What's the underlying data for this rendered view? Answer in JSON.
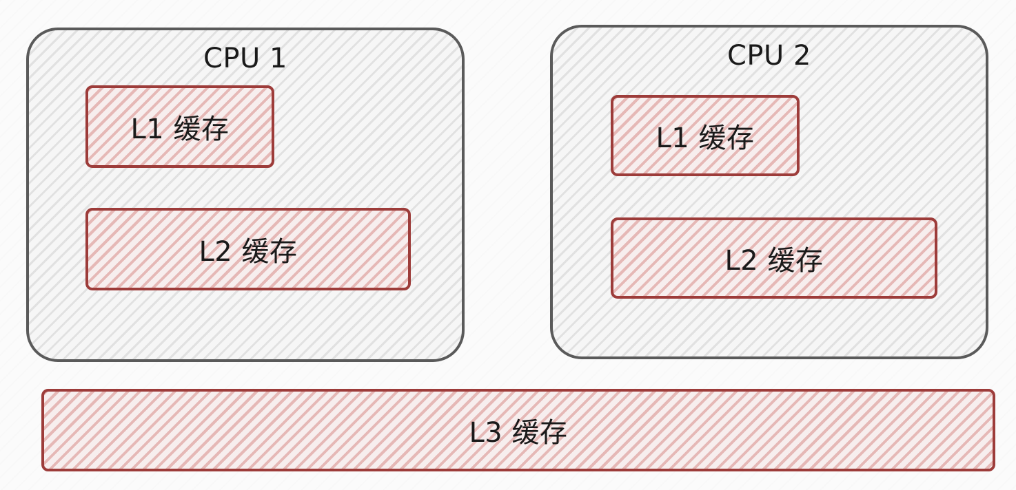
{
  "cpus": [
    {
      "title": "CPU 1",
      "caches": [
        {
          "label": "L1 缓存"
        },
        {
          "label": "L2 缓存"
        }
      ]
    },
    {
      "title": "CPU 2",
      "caches": [
        {
          "label": "L1 缓存"
        },
        {
          "label": "L2 缓存"
        }
      ]
    }
  ],
  "shared_cache": {
    "label": "L3 缓存"
  },
  "colors": {
    "cpu_border": "#5a5a5a",
    "cache_border": "#9d3c3a",
    "cache_hatch": "#cd6e69"
  }
}
